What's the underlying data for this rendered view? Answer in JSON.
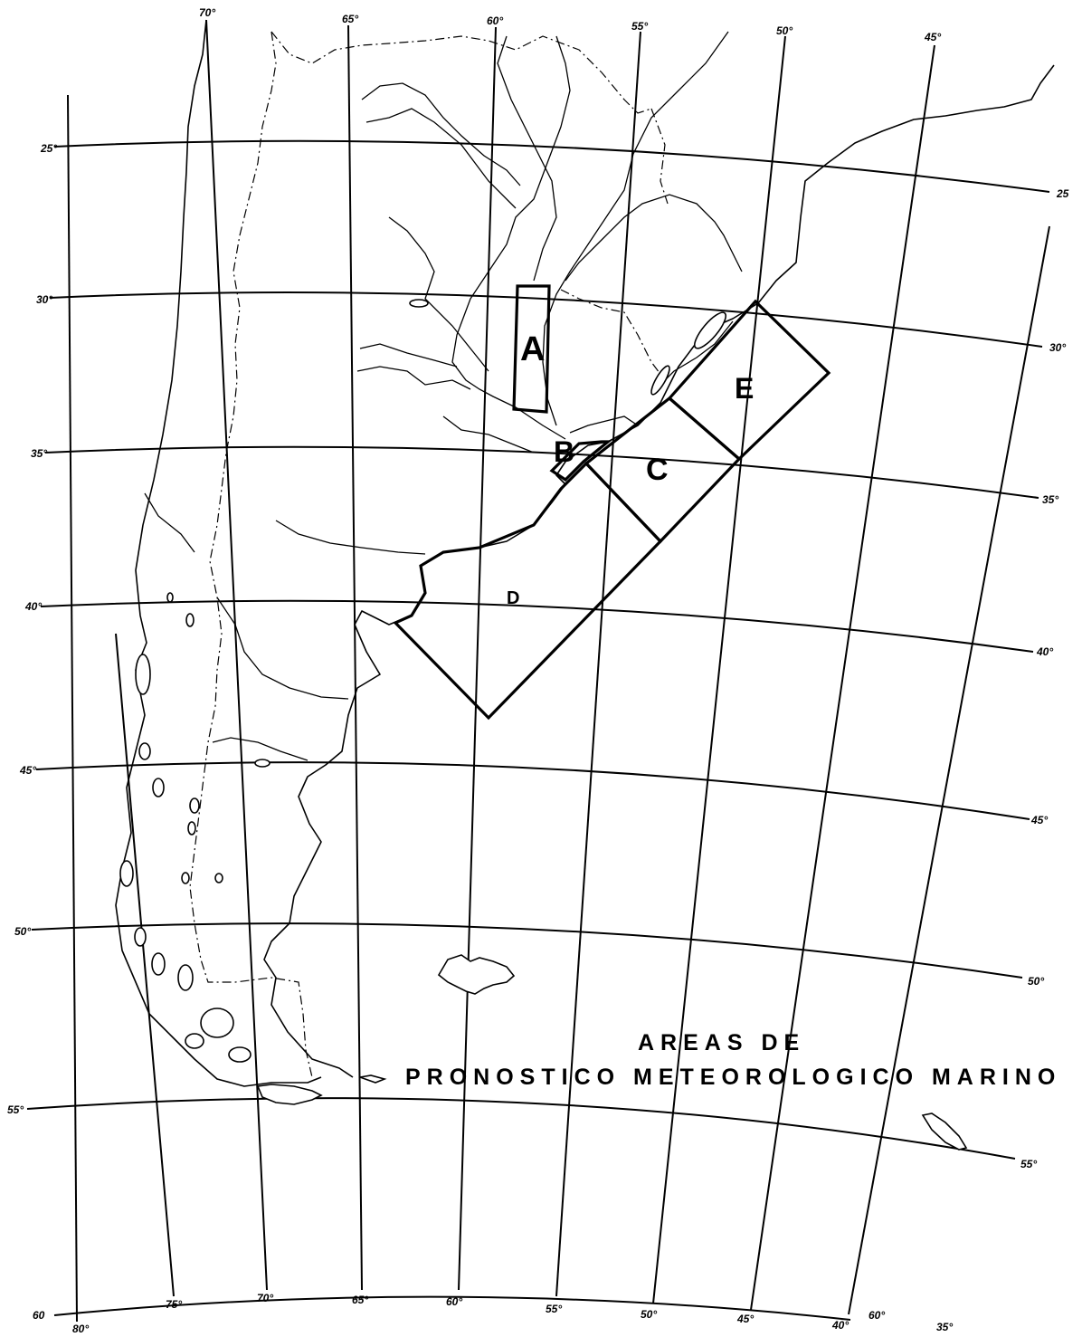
{
  "title": {
    "line1": "AREAS DE",
    "line2": "PRONOSTICO METEOROLOGICO MARINO"
  },
  "areas": [
    {
      "id": "A",
      "label": "A"
    },
    {
      "id": "B",
      "label": "B"
    },
    {
      "id": "C",
      "label": "C"
    },
    {
      "id": "D",
      "label": "D"
    },
    {
      "id": "E",
      "label": "E"
    }
  ],
  "latitude_labels": {
    "left": [
      "25°",
      "30°",
      "35°",
      "40°",
      "45°",
      "50°",
      "55°",
      "60"
    ],
    "right": [
      "25",
      "30°",
      "35°",
      "40°",
      "45°",
      "50°",
      "55°",
      "60°"
    ]
  },
  "longitude_labels": {
    "top": [
      "70°",
      "65°",
      "60°",
      "55°",
      "50°",
      "45°"
    ],
    "bottom": [
      "80°",
      "75°",
      "70°",
      "65°",
      "60°",
      "55°",
      "50°",
      "45°",
      "40°",
      "35°"
    ]
  }
}
